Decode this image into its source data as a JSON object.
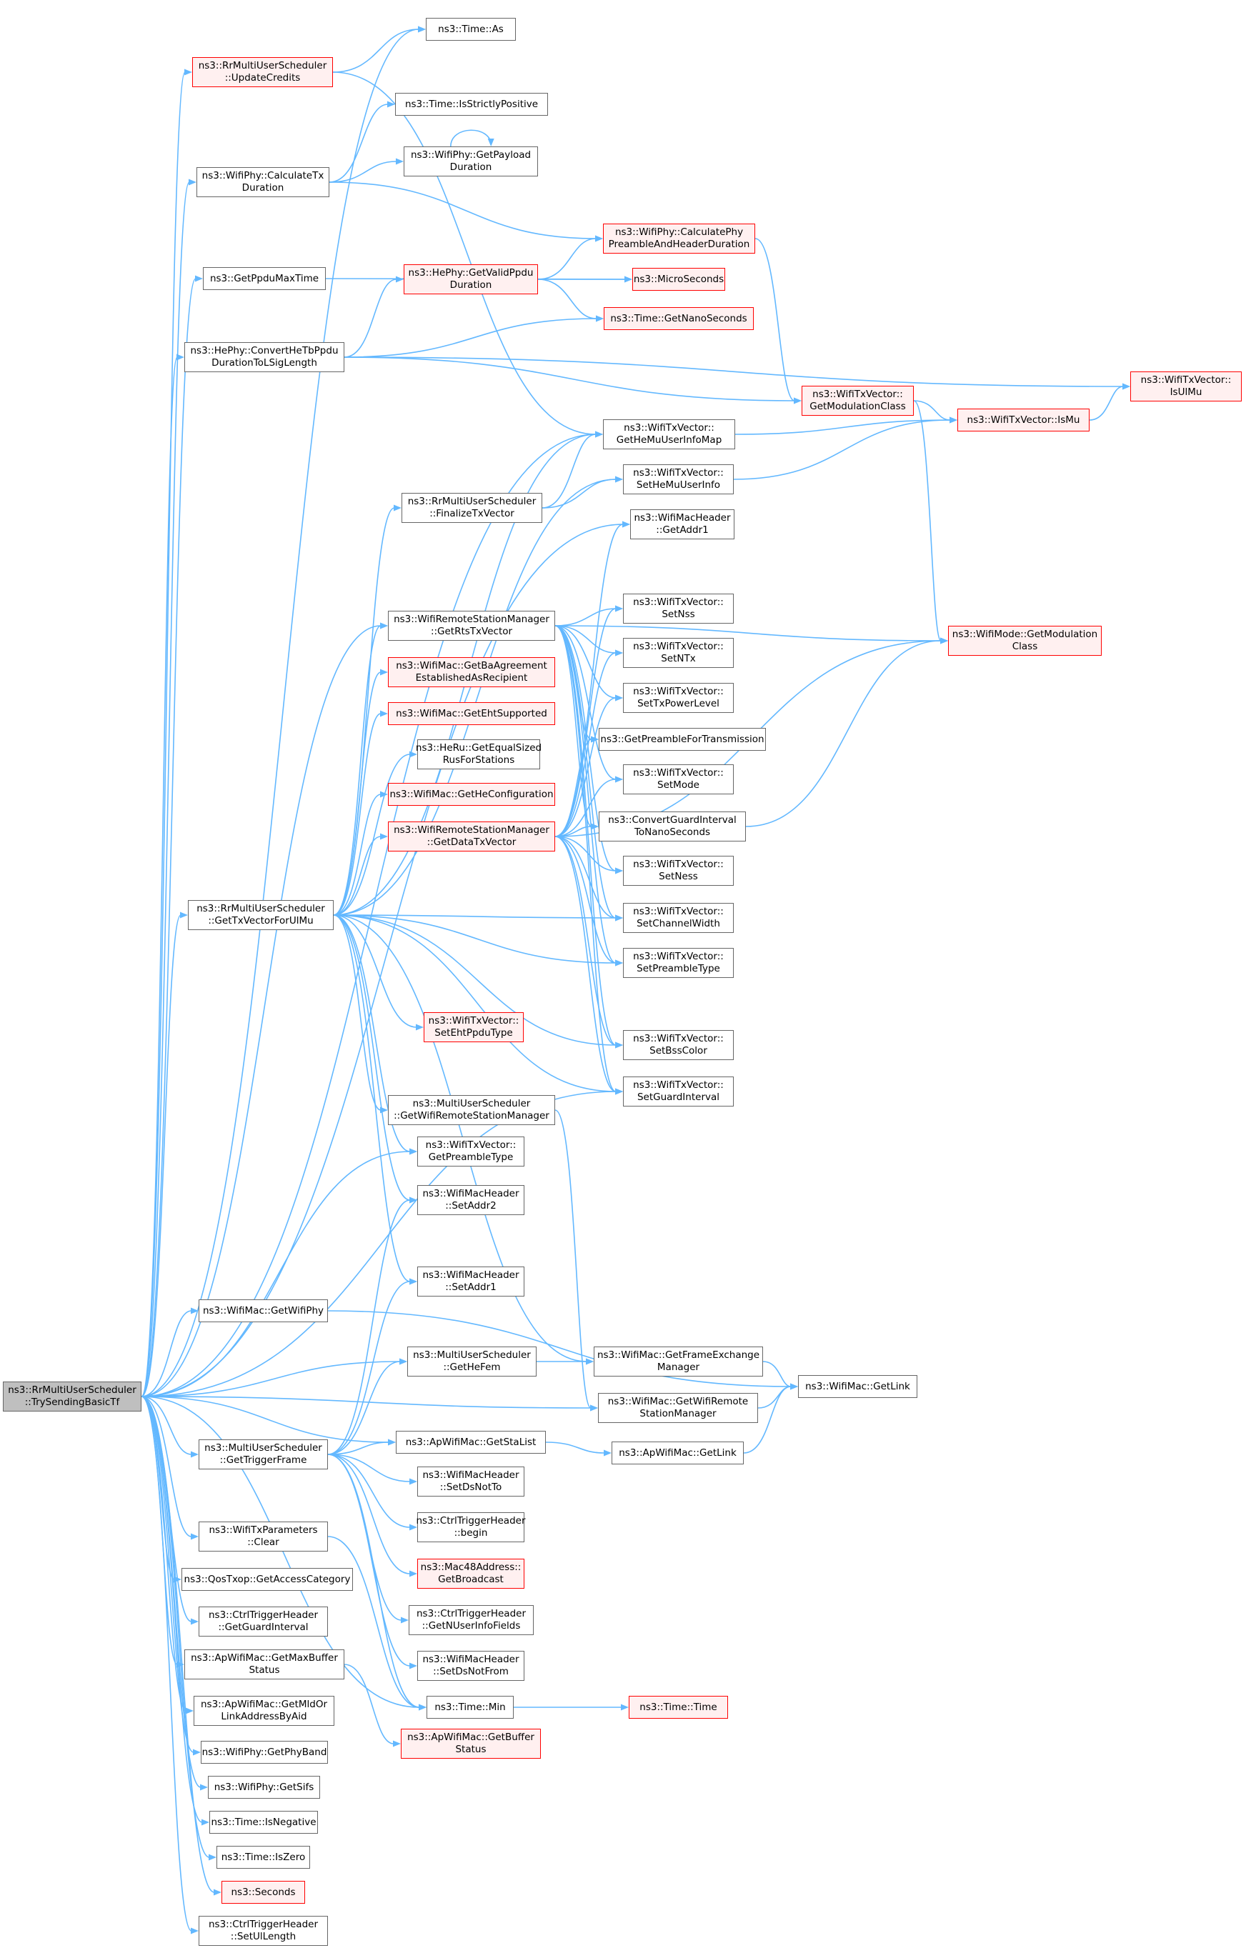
{
  "title": "",
  "colors": {
    "edge": "#63b8ff",
    "node_border": "#666666",
    "warn_border": "#ff0000",
    "warn_fill": "#fff0f0",
    "root_fill": "#bfbfbf"
  },
  "nodes": {
    "root": {
      "lines": [
        "ns3::RrMultiUserScheduler",
        "::TrySendingBasicTf"
      ]
    },
    "time_as": {
      "lines": [
        "ns3::Time::As"
      ]
    },
    "rr_updatecredits": {
      "lines": [
        "ns3::RrMultiUserScheduler",
        "::UpdateCredits"
      ]
    },
    "time_isstrictlypositive": {
      "lines": [
        "ns3::Time::IsStrictlyPositive"
      ]
    },
    "wifiphy_getpayloadduration": {
      "lines": [
        "ns3::WifiPhy::GetPayload",
        "Duration"
      ]
    },
    "wifiphy_calculatetxduration": {
      "lines": [
        "ns3::WifiPhy::CalculateTx",
        "Duration"
      ]
    },
    "wifiphy_calculatephypreamble": {
      "lines": [
        "ns3::WifiPhy::CalculatePhy",
        "PreambleAndHeaderDuration"
      ]
    },
    "getppdumaxtime": {
      "lines": [
        "ns3::GetPpduMaxTime"
      ]
    },
    "hephy_getvalidppduduration": {
      "lines": [
        "ns3::HePhy::GetValidPpdu",
        "Duration"
      ]
    },
    "microseconds": {
      "lines": [
        "ns3::MicroSeconds"
      ]
    },
    "time_getnanoseconds": {
      "lines": [
        "ns3::Time::GetNanoSeconds"
      ]
    },
    "hephy_converthetbppdu": {
      "lines": [
        "ns3::HePhy::ConvertHeTbPpdu",
        "DurationToLSigLength"
      ]
    },
    "wifitxvector_isulmu": {
      "lines": [
        "ns3::WifiTxVector::",
        "IsUlMu"
      ]
    },
    "wifitxvector_getmodulationclass": {
      "lines": [
        "ns3::WifiTxVector::",
        "GetModulationClass"
      ]
    },
    "wifitxvector_ismu": {
      "lines": [
        "ns3::WifiTxVector::IsMu"
      ]
    },
    "wifitxvector_gethemuuserinfomap": {
      "lines": [
        "ns3::WifiTxVector::",
        "GetHeMuUserInfoMap"
      ]
    },
    "wifitxvector_sethemuuserinfo": {
      "lines": [
        "ns3::WifiTxVector::",
        "SetHeMuUserInfo"
      ]
    },
    "rr_finalizetxvector": {
      "lines": [
        "ns3::RrMultiUserScheduler",
        "::FinalizeTxVector"
      ]
    },
    "wifimacheader_getaddr1": {
      "lines": [
        "ns3::WifiMacHeader",
        "::GetAddr1"
      ]
    },
    "wrsm_getrtstxvector": {
      "lines": [
        "ns3::WifiRemoteStationManager",
        "::GetRtsTxVector"
      ]
    },
    "wifitxvector_setnss": {
      "lines": [
        "ns3::WifiTxVector::",
        "SetNss"
      ]
    },
    "wifimode_getmodulationclass": {
      "lines": [
        "ns3::WifiMode::GetModulation",
        "Class"
      ]
    },
    "wifitxvector_setntx": {
      "lines": [
        "ns3::WifiTxVector::",
        "SetNTx"
      ]
    },
    "wifimac_getbaagreement": {
      "lines": [
        "ns3::WifiMac::GetBaAgreement",
        "EstablishedAsRecipient"
      ]
    },
    "wifitxvector_settxpowerlevel": {
      "lines": [
        "ns3::WifiTxVector::",
        "SetTxPowerLevel"
      ]
    },
    "wifimac_getehtsupported": {
      "lines": [
        "ns3::WifiMac::GetEhtSupported"
      ]
    },
    "getpreamblefortransmission": {
      "lines": [
        "ns3::GetPreambleForTransmission"
      ]
    },
    "heru_getequalsizedrus": {
      "lines": [
        "ns3::HeRu::GetEqualSized",
        "RusForStations"
      ]
    },
    "wifitxvector_setmode": {
      "lines": [
        "ns3::WifiTxVector::",
        "SetMode"
      ]
    },
    "wifimac_gethe_configuration": {
      "lines": [
        "ns3::WifiMac::GetHeConfiguration"
      ]
    },
    "convertguardinterval": {
      "lines": [
        "ns3::ConvertGuardInterval",
        "ToNanoSeconds"
      ]
    },
    "wrsm_getdatatxvector": {
      "lines": [
        "ns3::WifiRemoteStationManager",
        "::GetDataTxVector"
      ]
    },
    "wifitxvector_setness": {
      "lines": [
        "ns3::WifiTxVector::",
        "SetNess"
      ]
    },
    "rr_gettxvectorforulmu": {
      "lines": [
        "ns3::RrMultiUserScheduler",
        "::GetTxVectorForUlMu"
      ]
    },
    "wifitxvector_setchannelwidth": {
      "lines": [
        "ns3::WifiTxVector::",
        "SetChannelWidth"
      ]
    },
    "wifitxvector_setpreambletype": {
      "lines": [
        "ns3::WifiTxVector::",
        "SetPreambleType"
      ]
    },
    "wifitxvector_setehtppdutype": {
      "lines": [
        "ns3::WifiTxVector::",
        "SetEhtPpduType"
      ]
    },
    "wifitxvector_setbsscolor": {
      "lines": [
        "ns3::WifiTxVector::",
        "SetBssColor"
      ]
    },
    "wifitxvector_setguardinterval": {
      "lines": [
        "ns3::WifiTxVector::",
        "SetGuardInterval"
      ]
    },
    "mus_getwifiremotestationmanager": {
      "lines": [
        "ns3::MultiUserScheduler",
        "::GetWifiRemoteStationManager"
      ]
    },
    "wifitxvector_getpreambletype": {
      "lines": [
        "ns3::WifiTxVector::",
        "GetPreambleType"
      ]
    },
    "wifimacheader_setaddr2": {
      "lines": [
        "ns3::WifiMacHeader",
        "::SetAddr2"
      ]
    },
    "wifimacheader_setaddr1": {
      "lines": [
        "ns3::WifiMacHeader",
        "::SetAddr1"
      ]
    },
    "wifimac_getwifiphy": {
      "lines": [
        "ns3::WifiMac::GetWifiPhy"
      ]
    },
    "mus_gethefem": {
      "lines": [
        "ns3::MultiUserScheduler",
        "::GetHeFem"
      ]
    },
    "wifimac_getframeexchangemanager": {
      "lines": [
        "ns3::WifiMac::GetFrameExchange",
        "Manager"
      ]
    },
    "wifimac_getlink": {
      "lines": [
        "ns3::WifiMac::GetLink"
      ]
    },
    "wifimac_getwifiremotestationmanager": {
      "lines": [
        "ns3::WifiMac::GetWifiRemote",
        "StationManager"
      ]
    },
    "mus_gettriggerframe": {
      "lines": [
        "ns3::MultiUserScheduler",
        "::GetTriggerFrame"
      ]
    },
    "apwifimac_getstalist": {
      "lines": [
        "ns3::ApWifiMac::GetStaList"
      ]
    },
    "apwifimac_getlink": {
      "lines": [
        "ns3::ApWifiMac::GetLink"
      ]
    },
    "wifimacheader_setdsnotto": {
      "lines": [
        "ns3::WifiMacHeader",
        "::SetDsNotTo"
      ]
    },
    "wifitxparameters_clear": {
      "lines": [
        "ns3::WifiTxParameters",
        "::Clear"
      ]
    },
    "ctrltriggerheader_begin": {
      "lines": [
        "ns3::CtrlTriggerHeader",
        "::begin"
      ]
    },
    "mac48address_getbroadcast": {
      "lines": [
        "ns3::Mac48Address::",
        "GetBroadcast"
      ]
    },
    "qostxop_getaccesscategory": {
      "lines": [
        "ns3::QosTxop::GetAccessCategory"
      ]
    },
    "ctrltriggerheader_getguardinterval": {
      "lines": [
        "ns3::CtrlTriggerHeader",
        "::GetGuardInterval"
      ]
    },
    "ctrltriggerheader_getnuserinfofields": {
      "lines": [
        "ns3::CtrlTriggerHeader",
        "::GetNUserInfoFields"
      ]
    },
    "apwifimac_getmaxbufferstatus": {
      "lines": [
        "ns3::ApWifiMac::GetMaxBuffer",
        "Status"
      ]
    },
    "wifimacheader_setdsnotfrom": {
      "lines": [
        "ns3::WifiMacHeader",
        "::SetDsNotFrom"
      ]
    },
    "apwifimac_getmldorlinkaddressbyaid": {
      "lines": [
        "ns3::ApWifiMac::GetMldOr",
        "LinkAddressByAid"
      ]
    },
    "time_min": {
      "lines": [
        "ns3::Time::Min"
      ]
    },
    "time_time": {
      "lines": [
        "ns3::Time::Time"
      ]
    },
    "apwifimac_getbufferstatus": {
      "lines": [
        "ns3::ApWifiMac::GetBuffer",
        "Status"
      ]
    },
    "wifiphy_getphyband": {
      "lines": [
        "ns3::WifiPhy::GetPhyBand"
      ]
    },
    "wifiphy_getsifs": {
      "lines": [
        "ns3::WifiPhy::GetSifs"
      ]
    },
    "time_isnegative": {
      "lines": [
        "ns3::Time::IsNegative"
      ]
    },
    "time_iszero": {
      "lines": [
        "ns3::Time::IsZero"
      ]
    },
    "seconds": {
      "lines": [
        "ns3::Seconds"
      ]
    },
    "ctrltriggerheader_setullength": {
      "lines": [
        "ns3::CtrlTriggerHeader",
        "::SetUlLength"
      ]
    }
  },
  "edges": [
    [
      "root",
      "time_as"
    ],
    [
      "root",
      "rr_updatecredits"
    ],
    [
      "root",
      "wifiphy_calculatetxduration"
    ],
    [
      "root",
      "getppdumaxtime"
    ],
    [
      "root",
      "hephy_converthetbppdu"
    ],
    [
      "root",
      "wifitxvector_gethemuuserinfomap"
    ],
    [
      "root",
      "wifimacheader_getaddr1"
    ],
    [
      "root",
      "wrsm_getrtstxvector"
    ],
    [
      "root",
      "rr_gettxvectorforulmu"
    ],
    [
      "root",
      "wifitxvector_setguardinterval"
    ],
    [
      "root",
      "wifitxvector_getpreambletype"
    ],
    [
      "root",
      "wifimac_getwifiphy"
    ],
    [
      "root",
      "mus_gethefem"
    ],
    [
      "root",
      "wifimac_getwifiremotestationmanager"
    ],
    [
      "root",
      "mus_gettriggerframe"
    ],
    [
      "root",
      "apwifimac_getstalist"
    ],
    [
      "root",
      "wifitxparameters_clear"
    ],
    [
      "root",
      "qostxop_getaccesscategory"
    ],
    [
      "root",
      "ctrltriggerheader_getguardinterval"
    ],
    [
      "root",
      "apwifimac_getmaxbufferstatus"
    ],
    [
      "root",
      "apwifimac_getmldorlinkaddressbyaid"
    ],
    [
      "root",
      "time_min"
    ],
    [
      "root",
      "wifiphy_getphyband"
    ],
    [
      "root",
      "wifiphy_getsifs"
    ],
    [
      "root",
      "time_isnegative"
    ],
    [
      "root",
      "time_iszero"
    ],
    [
      "root",
      "seconds"
    ],
    [
      "root",
      "ctrltriggerheader_setullength"
    ],
    [
      "rr_updatecredits",
      "time_as"
    ],
    [
      "rr_updatecredits",
      "wifitxvector_gethemuuserinfomap"
    ],
    [
      "wifiphy_calculatetxduration",
      "time_isstrictlypositive"
    ],
    [
      "wifiphy_calculatetxduration",
      "wifiphy_getpayloadduration"
    ],
    [
      "wifiphy_calculatetxduration",
      "wifiphy_calculatephypreamble"
    ],
    [
      "wifiphy_getpayloadduration",
      "wifiphy_getpayloadduration"
    ],
    [
      "wifiphy_calculatephypreamble",
      "wifitxvector_getmodulationclass"
    ],
    [
      "getppdumaxtime",
      "microseconds"
    ],
    [
      "hephy_getvalidppduduration",
      "wifiphy_calculatephypreamble"
    ],
    [
      "hephy_getvalidppduduration",
      "microseconds"
    ],
    [
      "hephy_getvalidppduduration",
      "time_getnanoseconds"
    ],
    [
      "hephy_converthetbppdu",
      "hephy_getvalidppduduration"
    ],
    [
      "hephy_converthetbppdu",
      "time_getnanoseconds"
    ],
    [
      "hephy_converthetbppdu",
      "wifitxvector_isulmu"
    ],
    [
      "hephy_converthetbppdu",
      "wifitxvector_getmodulationclass"
    ],
    [
      "wifitxvector_getmodulationclass",
      "wifitxvector_ismu"
    ],
    [
      "wifitxvector_getmodulationclass",
      "wifimode_getmodulationclass"
    ],
    [
      "wifitxvector_ismu",
      "wifitxvector_isulmu"
    ],
    [
      "wifitxvector_gethemuuserinfomap",
      "wifitxvector_ismu"
    ],
    [
      "wifitxvector_sethemuuserinfo",
      "wifitxvector_ismu"
    ],
    [
      "rr_finalizetxvector",
      "wifitxvector_gethemuuserinfomap"
    ],
    [
      "rr_finalizetxvector",
      "wifitxvector_sethemuuserinfo"
    ],
    [
      "wrsm_getrtstxvector",
      "wifitxvector_setnss"
    ],
    [
      "wrsm_getrtstxvector",
      "wifitxvector_setntx"
    ],
    [
      "wrsm_getrtstxvector",
      "wifitxvector_settxpowerlevel"
    ],
    [
      "wrsm_getrtstxvector",
      "getpreamblefortransmission"
    ],
    [
      "wrsm_getrtstxvector",
      "wifitxvector_setmode"
    ],
    [
      "wrsm_getrtstxvector",
      "convertguardinterval"
    ],
    [
      "wrsm_getrtstxvector",
      "wifitxvector_setness"
    ],
    [
      "wrsm_getrtstxvector",
      "wifitxvector_setchannelwidth"
    ],
    [
      "wrsm_getrtstxvector",
      "wifitxvector_setpreambletype"
    ],
    [
      "wrsm_getrtstxvector",
      "wifitxvector_setbsscolor"
    ],
    [
      "wrsm_getrtstxvector",
      "wifitxvector_setguardinterval"
    ],
    [
      "wrsm_getrtstxvector",
      "wifimode_getmodulationclass"
    ],
    [
      "wrsm_getdatatxvector",
      "wifimacheader_getaddr1"
    ],
    [
      "wrsm_getdatatxvector",
      "wifitxvector_setnss"
    ],
    [
      "wrsm_getdatatxvector",
      "wifitxvector_setntx"
    ],
    [
      "wrsm_getdatatxvector",
      "wifitxvector_settxpowerlevel"
    ],
    [
      "wrsm_getdatatxvector",
      "getpreamblefortransmission"
    ],
    [
      "wrsm_getdatatxvector",
      "wifitxvector_setmode"
    ],
    [
      "wrsm_getdatatxvector",
      "convertguardinterval"
    ],
    [
      "wrsm_getdatatxvector",
      "wifitxvector_setness"
    ],
    [
      "wrsm_getdatatxvector",
      "wifitxvector_setchannelwidth"
    ],
    [
      "wrsm_getdatatxvector",
      "wifitxvector_setpreambletype"
    ],
    [
      "wrsm_getdatatxvector",
      "wifitxvector_setbsscolor"
    ],
    [
      "wrsm_getdatatxvector",
      "wifitxvector_setguardinterval"
    ],
    [
      "wrsm_getdatatxvector",
      "wifimode_getmodulationclass"
    ],
    [
      "convertguardinterval",
      "wifimode_getmodulationclass"
    ],
    [
      "rr_gettxvectorforulmu",
      "wifitxvector_gethemuuserinfomap"
    ],
    [
      "rr_gettxvectorforulmu",
      "rr_finalizetxvector"
    ],
    [
      "rr_gettxvectorforulmu",
      "wrsm_getrtstxvector"
    ],
    [
      "rr_gettxvectorforulmu",
      "wifimac_getbaagreement"
    ],
    [
      "rr_gettxvectorforulmu",
      "wifimac_getehtsupported"
    ],
    [
      "rr_gettxvectorforulmu",
      "heru_getequalsizedrus"
    ],
    [
      "rr_gettxvectorforulmu",
      "wifimac_gethe_configuration"
    ],
    [
      "rr_gettxvectorforulmu",
      "wrsm_getdatatxvector"
    ],
    [
      "rr_gettxvectorforulmu",
      "wifitxvector_setchannelwidth"
    ],
    [
      "rr_gettxvectorforulmu",
      "wifitxvector_setpreambletype"
    ],
    [
      "rr_gettxvectorforulmu",
      "wifitxvector_setehtppdutype"
    ],
    [
      "rr_gettxvectorforulmu",
      "wifitxvector_setbsscolor"
    ],
    [
      "rr_gettxvectorforulmu",
      "wifitxvector_setguardinterval"
    ],
    [
      "rr_gettxvectorforulmu",
      "mus_getwifiremotestationmanager"
    ],
    [
      "rr_gettxvectorforulmu",
      "wifitxvector_getpreambletype"
    ],
    [
      "rr_gettxvectorforulmu",
      "wifimacheader_setaddr2"
    ],
    [
      "rr_gettxvectorforulmu",
      "wifimacheader_setaddr1"
    ],
    [
      "rr_gettxvectorforulmu",
      "wifimac_getframeexchangemanager"
    ],
    [
      "rr_gettxvectorforulmu",
      "wifitxvector_sethemuuserinfo"
    ],
    [
      "mus_getwifiremotestationmanager",
      "wifimac_getwifiremotestationmanager"
    ],
    [
      "wifimac_getwifiphy",
      "wifimac_getlink"
    ],
    [
      "mus_gethefem",
      "wifimac_getframeexchangemanager"
    ],
    [
      "wifimac_getframeexchangemanager",
      "wifimac_getlink"
    ],
    [
      "wifimac_getwifiremotestationmanager",
      "wifimac_getlink"
    ],
    [
      "mus_gettriggerframe",
      "mus_gethefem"
    ],
    [
      "mus_gettriggerframe",
      "apwifimac_getstalist"
    ],
    [
      "mus_gettriggerframe",
      "wifimacheader_setaddr2"
    ],
    [
      "mus_gettriggerframe",
      "wifimacheader_setaddr1"
    ],
    [
      "mus_gettriggerframe",
      "wifimacheader_setdsnotto"
    ],
    [
      "mus_gettriggerframe",
      "ctrltriggerheader_begin"
    ],
    [
      "mus_gettriggerframe",
      "mac48address_getbroadcast"
    ],
    [
      "mus_gettriggerframe",
      "ctrltriggerheader_getnuserinfofields"
    ],
    [
      "mus_gettriggerframe",
      "wifimacheader_setdsnotfrom"
    ],
    [
      "mus_gettriggerframe",
      "time_min"
    ],
    [
      "apwifimac_getstalist",
      "apwifimac_getlink"
    ],
    [
      "apwifimac_getlink",
      "wifimac_getlink"
    ],
    [
      "wifitxparameters_clear",
      "time_min"
    ],
    [
      "apwifimac_getmaxbufferstatus",
      "apwifimac_getbufferstatus"
    ],
    [
      "time_min",
      "time_time"
    ]
  ]
}
